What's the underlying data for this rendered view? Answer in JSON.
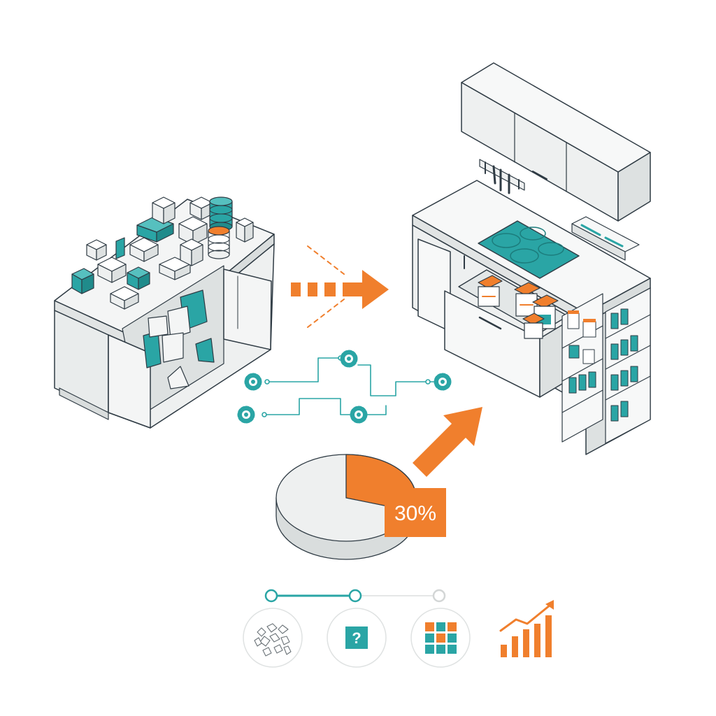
{
  "colors": {
    "teal": "#2aa5a5",
    "orange": "#f07f2d",
    "line": "#2f3b44",
    "surface": "#ecefef",
    "surface_light": "#f7f8f8",
    "track": "#e5e7e7"
  },
  "before_cabinet": {
    "state": "cluttered"
  },
  "after_cabinet": {
    "state": "organized"
  },
  "transform_arrow": {
    "icon": "dashed-arrow-right"
  },
  "process_flow": {
    "icon": "gear-circuit"
  },
  "pie": {
    "highlight_percent": 30,
    "label": "30%"
  },
  "growth_arrow": {
    "icon": "arrow-up-right"
  },
  "progress": {
    "steps_total": 3,
    "steps_completed": 2
  },
  "bottom_icons": [
    {
      "name": "scattered-items-icon"
    },
    {
      "name": "question-icon",
      "text": "?"
    },
    {
      "name": "grid-icon"
    },
    {
      "name": "growth-chart-icon"
    }
  ]
}
